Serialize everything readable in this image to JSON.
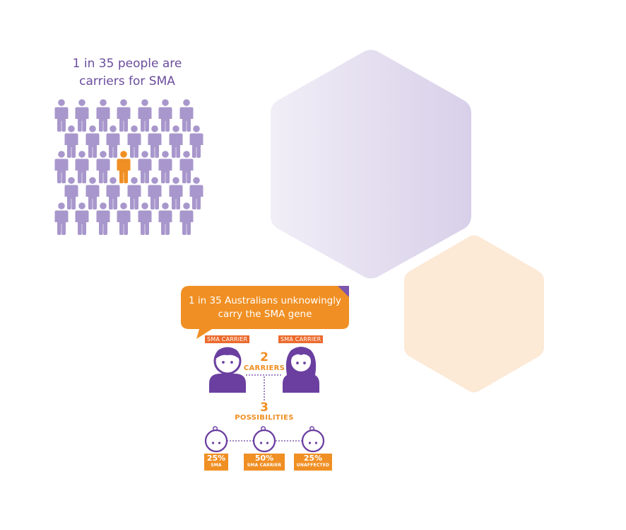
{
  "crowd": {
    "title_line1": "1 in 35 people are",
    "title_line2": "carriers for SMA",
    "people_color": "#a897cc",
    "highlight_color": "#f08f23"
  },
  "hexagons": {
    "large_color_start": "#f1eef7",
    "large_color_end": "#d8d0e9",
    "small_color": "#fce9d6"
  },
  "bubble": {
    "line1": "1 in 35 Australians unknowingly",
    "line2": "carry the SMA gene",
    "color": "#f08f23",
    "corner_color": "#7b56ac"
  },
  "parents": {
    "father_tag": "SMA CARRIER",
    "mother_tag": "SMA CARRIER",
    "carriers_number": "2",
    "carriers_label": "CARRIERS",
    "figure_color": "#6b3fa0"
  },
  "possibilities": {
    "number": "3",
    "label": "POSSIBILITIES",
    "outcomes": [
      {
        "percent": "25%",
        "label": "SMA"
      },
      {
        "percent": "50%",
        "label": "SMA CARRIER"
      },
      {
        "percent": "25%",
        "label": "UNAFFECTED"
      }
    ]
  }
}
